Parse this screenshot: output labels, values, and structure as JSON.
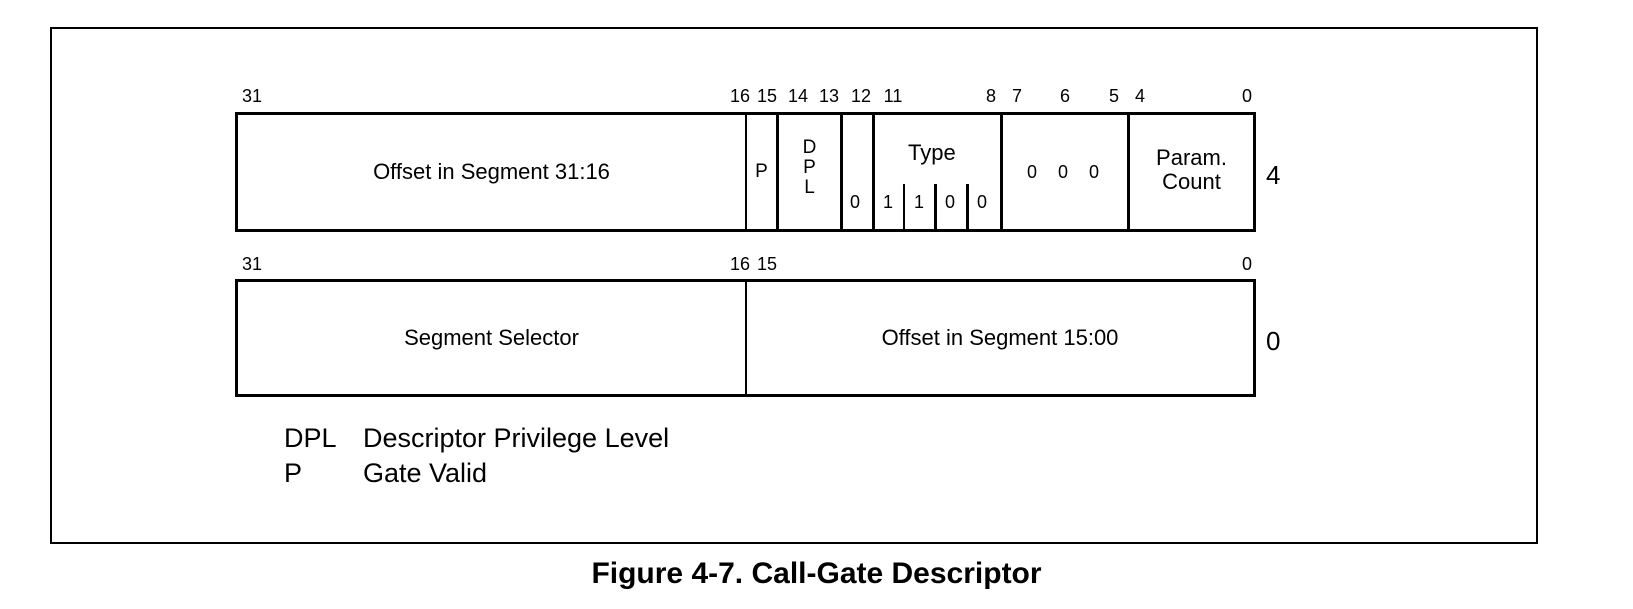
{
  "row1": {
    "bits": [
      "31",
      "16",
      "15",
      "14",
      "13",
      "12",
      "11",
      "8",
      "7",
      "6",
      "5",
      "4",
      "0"
    ],
    "offset_high": "Offset in Segment 31:16",
    "p": "P",
    "dpl": [
      "D",
      "P",
      "L"
    ],
    "bit12": "0",
    "type_label": "Type",
    "type_bits": [
      "1",
      "1",
      "0",
      "0"
    ],
    "zero_bits": [
      "0",
      "0",
      "0"
    ],
    "param_count": [
      "Param.",
      "Count"
    ],
    "byte_offset": "4"
  },
  "row2": {
    "bits": [
      "31",
      "16",
      "15",
      "0"
    ],
    "segment_selector": "Segment Selector",
    "offset_low": "Offset in Segment 15:00",
    "byte_offset": "0"
  },
  "legend": [
    {
      "abbr": "DPL",
      "text": "Descriptor Privilege Level"
    },
    {
      "abbr": "P",
      "text": "Gate Valid"
    }
  ],
  "caption": "Figure 4-7.  Call-Gate Descriptor"
}
